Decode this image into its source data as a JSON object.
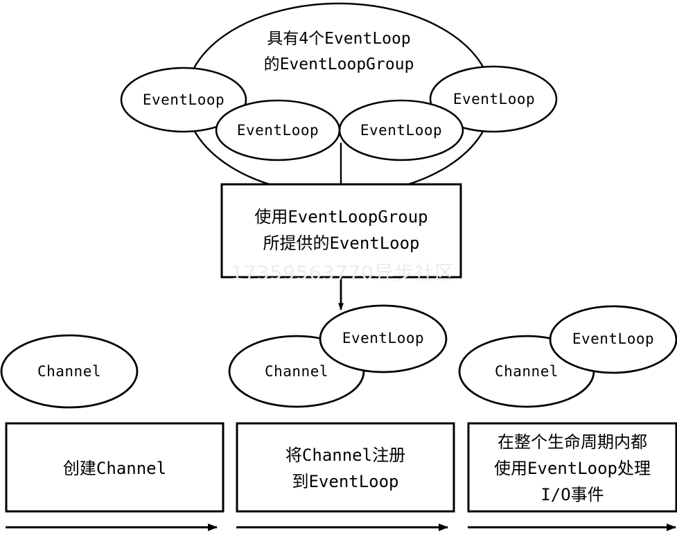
{
  "diagram": {
    "title_group": {
      "line1": "具有4个EventLoop",
      "line2": "的EventLoopGroup"
    },
    "event_loop_label": "EventLoop",
    "channel_label": "Channel",
    "group_loops": [
      {
        "label": "EventLoop"
      },
      {
        "label": "EventLoop"
      },
      {
        "label": "EventLoop"
      },
      {
        "label": "EventLoop"
      }
    ],
    "middle_box": {
      "line1": "使用EventLoopGroup",
      "line2": "所提供的EventLoop"
    },
    "watermark": "17359563770异步社区",
    "stages": [
      {
        "id": "create-channel",
        "lines": [
          "创建Channel"
        ],
        "channel": "Channel",
        "eventloop": null
      },
      {
        "id": "register-channel",
        "lines": [
          "将Channel注册",
          "到EventLoop"
        ],
        "channel": "Channel",
        "eventloop": "EventLoop"
      },
      {
        "id": "handle-io",
        "lines": [
          "在整个生命周期内都",
          "使用EventLoop处理",
          "I/O事件"
        ],
        "channel": "Channel",
        "eventloop": "EventLoop"
      }
    ],
    "colors": {
      "stroke": "#000000",
      "fill": "#ffffff",
      "watermark": "#ececec"
    }
  }
}
